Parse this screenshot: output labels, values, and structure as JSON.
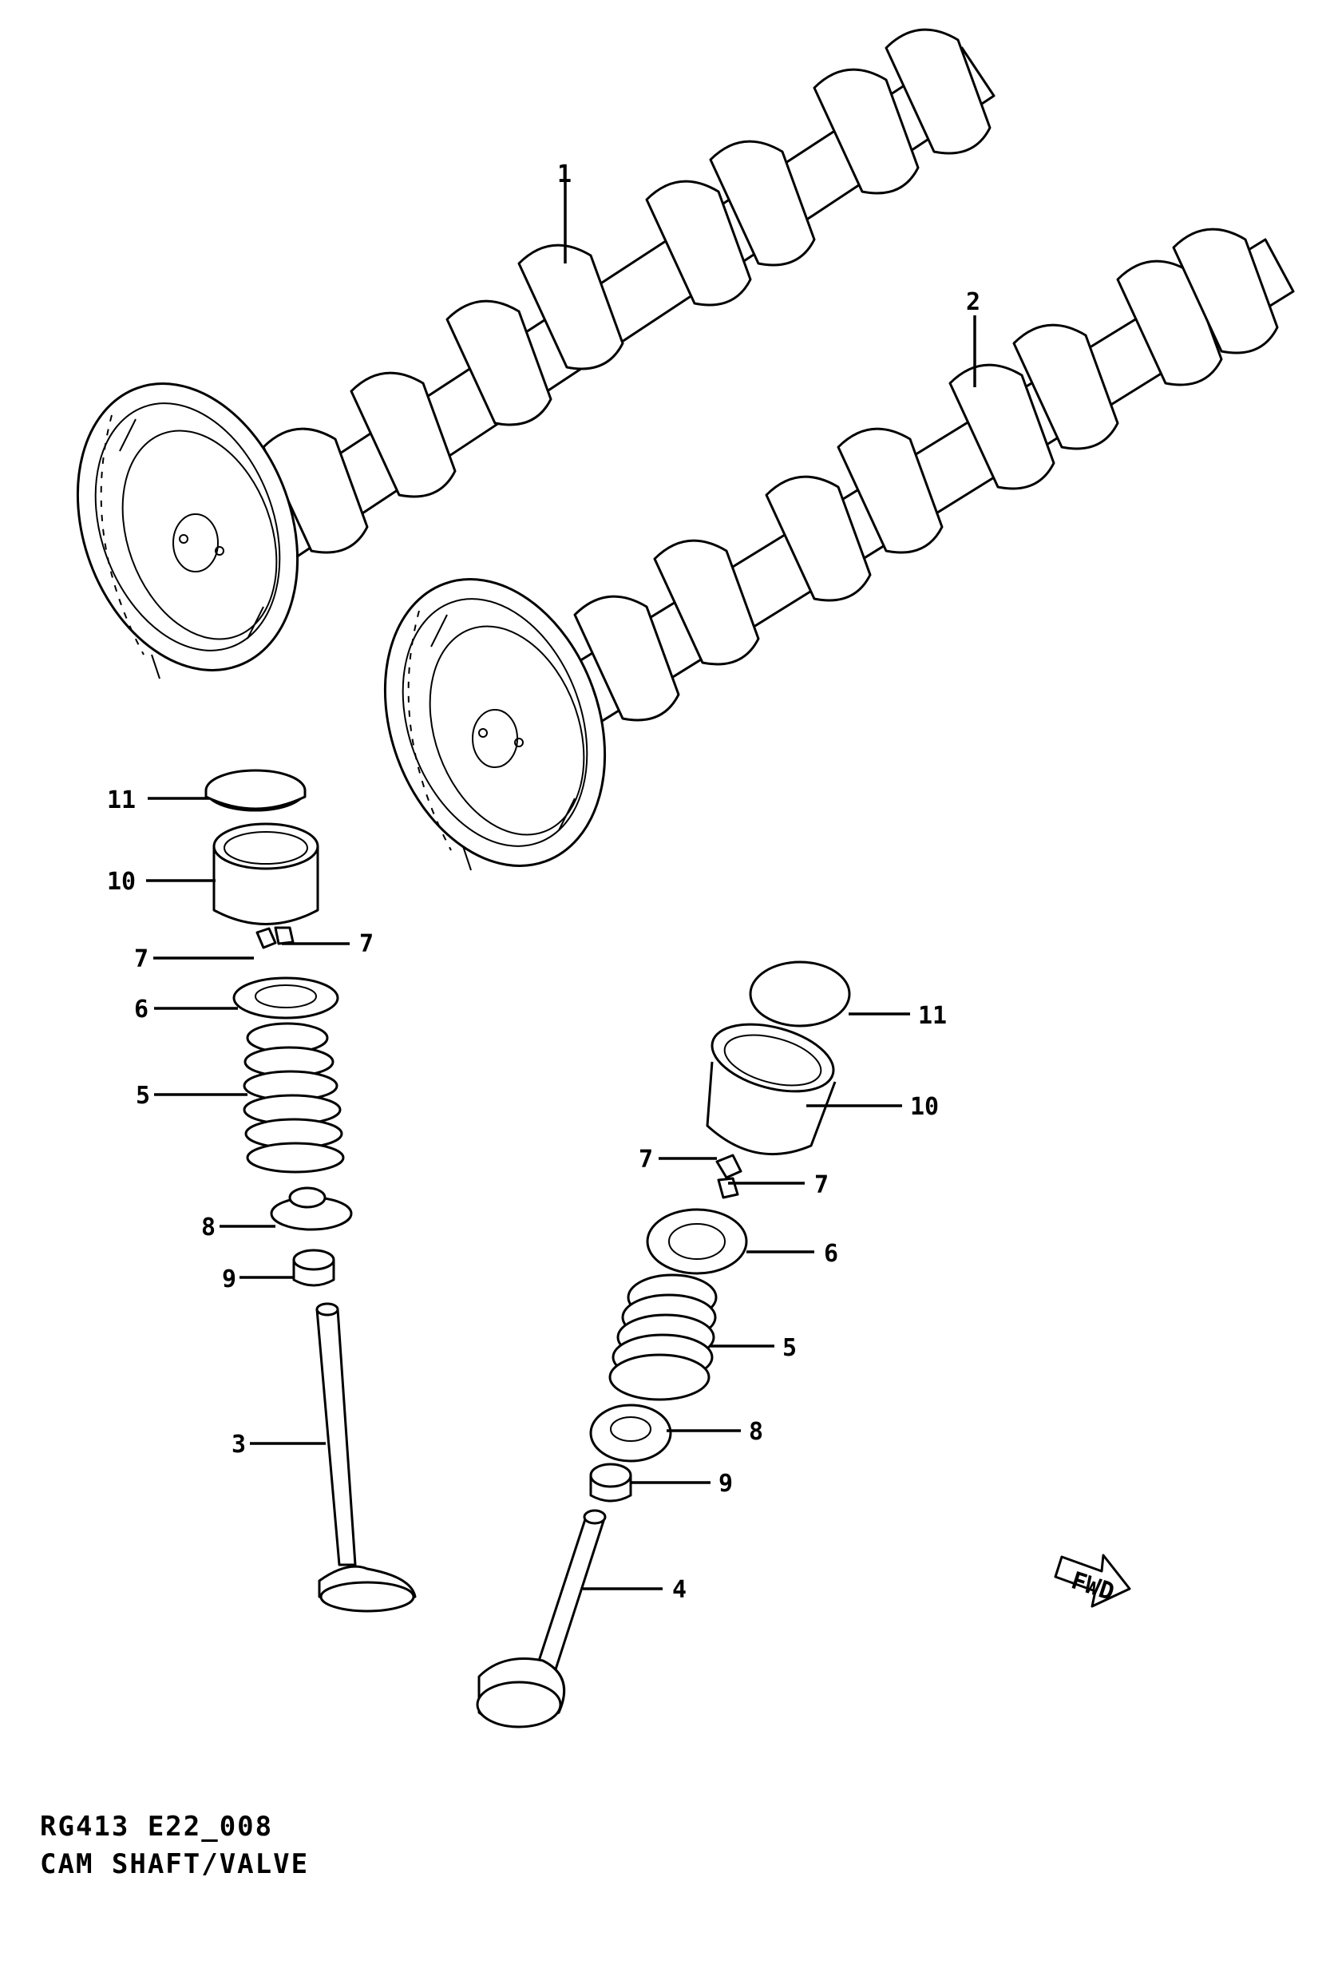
{
  "diagram": {
    "code": "RG413 E22_008",
    "title": "CAM SHAFT/VALVE",
    "fwd_label": "FWD"
  },
  "callouts": {
    "camshaft_1": "1",
    "camshaft_2": "2",
    "left": {
      "c11": "11",
      "c10": "10",
      "c7a": "7",
      "c7b": "7",
      "c6": "6",
      "c5": "5",
      "c8": "8",
      "c9": "9",
      "c3": "3"
    },
    "right": {
      "c11": "11",
      "c10": "10",
      "c7a": "7",
      "c7b": "7",
      "c6": "6",
      "c5": "5",
      "c8": "8",
      "c9": "9",
      "c4": "4"
    }
  }
}
